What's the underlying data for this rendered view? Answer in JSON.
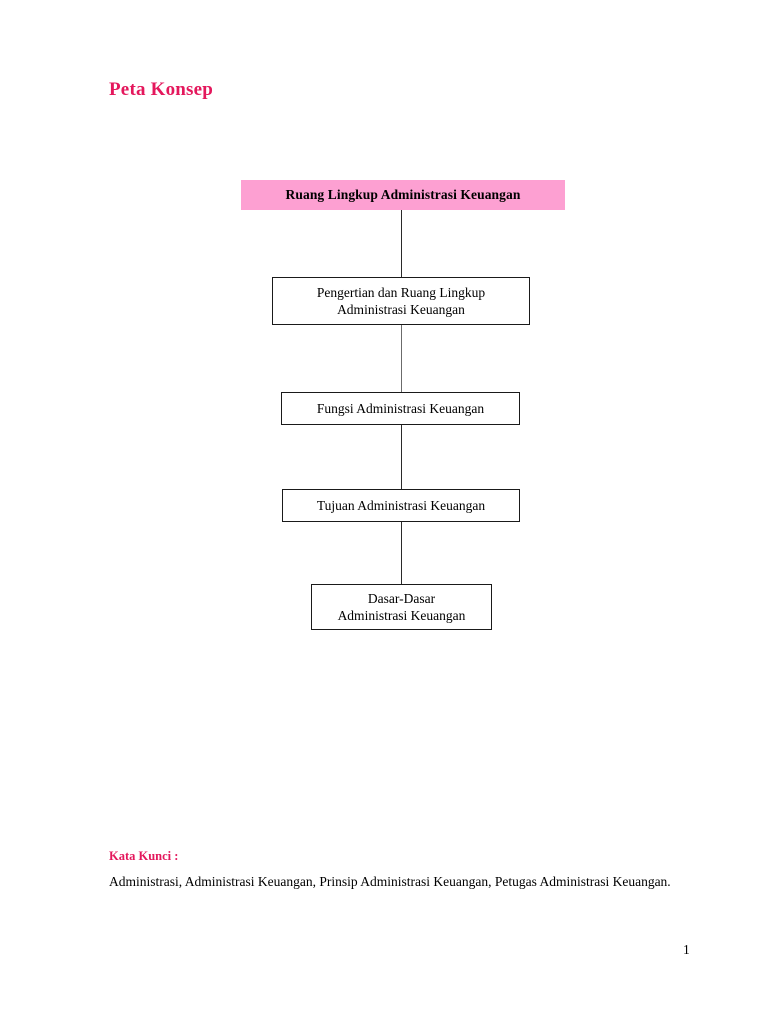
{
  "document": {
    "title": "Peta Konsep",
    "page_number": "1"
  },
  "concept_map": {
    "nodes": [
      {
        "id": "root",
        "label": "Ruang Lingkup Administrasi Keuangan",
        "style": "pink-filled"
      },
      {
        "id": "pengertian",
        "label": "Pengertian dan Ruang Lingkup\nAdministrasi Keuangan",
        "style": "outlined"
      },
      {
        "id": "fungsi",
        "label": "Fungsi Administrasi Keuangan",
        "style": "outlined"
      },
      {
        "id": "tujuan",
        "label": "Tujuan Administrasi Keuangan",
        "style": "outlined"
      },
      {
        "id": "dasar",
        "label": "Dasar-Dasar\nAdministrasi Keuangan",
        "style": "outlined"
      }
    ],
    "connectors": [
      {
        "from": "root",
        "to": "pengertian"
      },
      {
        "from": "pengertian",
        "to": "fungsi"
      },
      {
        "from": "fungsi",
        "to": "tujuan"
      },
      {
        "from": "tujuan",
        "to": "dasar"
      }
    ]
  },
  "keywords": {
    "label": "Kata Kunci :",
    "text": "Administrasi, Administrasi Keuangan, Prinsip Administrasi Keuangan, Petugas Administrasi Keuangan."
  },
  "colors": {
    "accent_pink": "#e4175c",
    "box_fill_pink": "#fda0d2",
    "border_black": "#1a1a1a",
    "text_black": "#000000"
  }
}
